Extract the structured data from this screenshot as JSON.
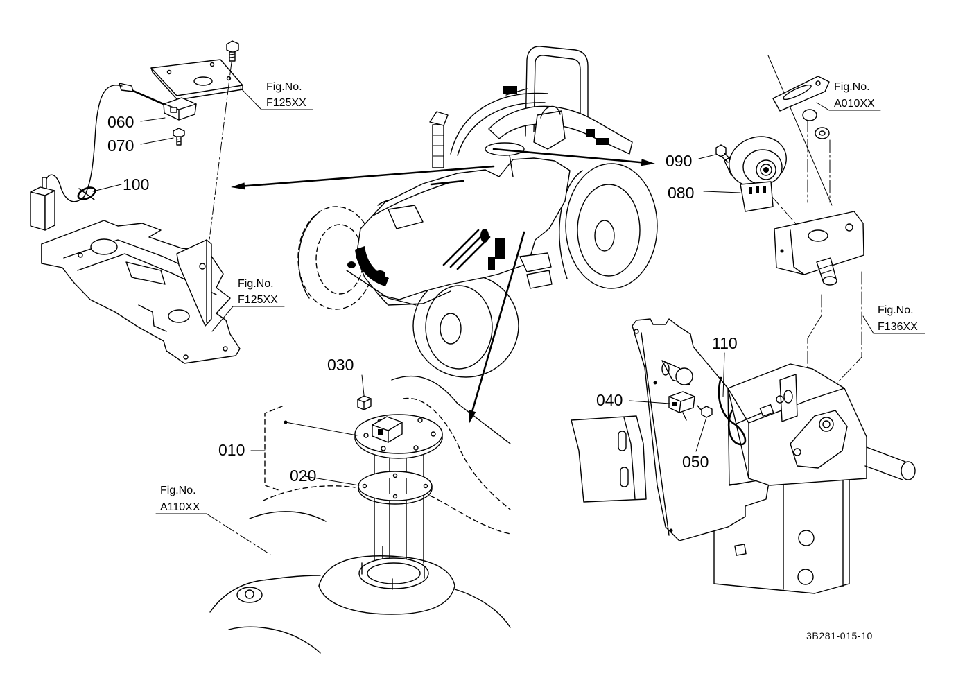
{
  "callouts": [
    "060",
    "070",
    "100",
    "030",
    "010",
    "020",
    "090",
    "080",
    "110",
    "040",
    "050"
  ],
  "figure_references": [
    {
      "label": "Fig.No.",
      "code": "F125XX"
    },
    {
      "label": "Fig.No.",
      "code": "F125XX"
    },
    {
      "label": "Fig.No.",
      "code": "A110XX"
    },
    {
      "label": "Fig.No.",
      "code": "A010XX"
    },
    {
      "label": "Fig.No.",
      "code": "F136XX"
    }
  ],
  "drawing_number": "3B281-015-10",
  "colors": {
    "line": "#000000",
    "background": "#ffffff"
  }
}
